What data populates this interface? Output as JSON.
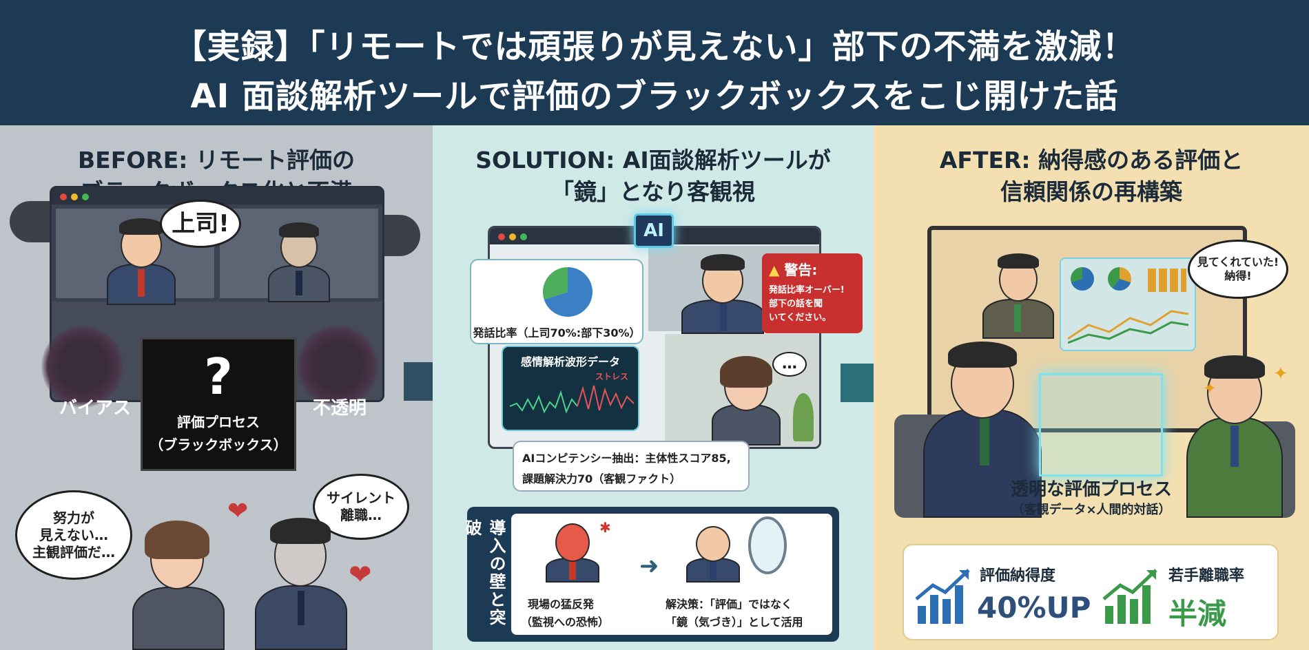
{
  "header": {
    "line1": "【実録】「リモートでは頑張りが見えない」部下の不満を激減！",
    "line2": "AI 面談解析ツールで評価のブラックボックスをこじ開けた話"
  },
  "before": {
    "title_line1": "BEFORE: リモート評価の",
    "title_line2": "ブラックボックス化と不満",
    "boss_bubble": "上司!",
    "bias_label": "バイアス",
    "opaque_label": "不透明",
    "box_mark": "?",
    "box_label_line1": "評価プロセス",
    "box_label_line2": "（ブラックボックス）",
    "bubble_left": [
      "努力が",
      "見えない…",
      "主観評価だ…"
    ],
    "bubble_right": [
      "サイレント",
      "離職…"
    ]
  },
  "solution": {
    "title_line1": "SOLUTION: AI面談解析ツールが",
    "title_line2": "「鏡」となり客観視",
    "ai_chip": "AI",
    "ratio_label": "発話比率（上司70%:部下30%）",
    "emotion_title": "感情解析波形データ",
    "stress_label": "ストレス",
    "warning_title": "警告:",
    "warning_body": [
      "発話比率オーバー!",
      "部下の話を聞",
      "いてください。"
    ],
    "speech_dots": "…",
    "competency_line1": "AIコンピテンシー抽出：主体性スコア85,",
    "competency_line2": "課題解決力70（客観ファクト）",
    "wall_label": "導入の壁と突破",
    "wall_left_line1": "現場の猛反発",
    "wall_left_line2": "（監視への恐怖）",
    "wall_right_line1": "解決策：「評価」ではなく",
    "wall_right_line2": "「鏡（気づき）」として活用"
  },
  "after": {
    "title_line1": "AFTER: 納得感のある評価と",
    "title_line2": "信頼関係の再構築",
    "bubble": [
      "見てくれていた!",
      "納得!"
    ],
    "process_line1": "透明な評価プロセス",
    "process_line2": "（客観データ×人間的対話）",
    "stat1_label": "評価納得度",
    "stat1_value": "40%UP",
    "stat2_label": "若手離職率",
    "stat2_value": "半減"
  },
  "colors": {
    "header_bg": "#1d3a55",
    "before_bg": "#bfc4cb",
    "solution_bg": "#cfe9e6",
    "after_bg": "#f3dfb0",
    "warning_red": "#c8302f",
    "stat_blue": "#2d6fb3",
    "stat_green": "#3a9a4a",
    "arrow_teal": "#2b6f7a"
  },
  "chart_data": {
    "type": "pie",
    "title": "",
    "categories": [
      "上司",
      "部下"
    ],
    "values": [
      70,
      30
    ]
  }
}
